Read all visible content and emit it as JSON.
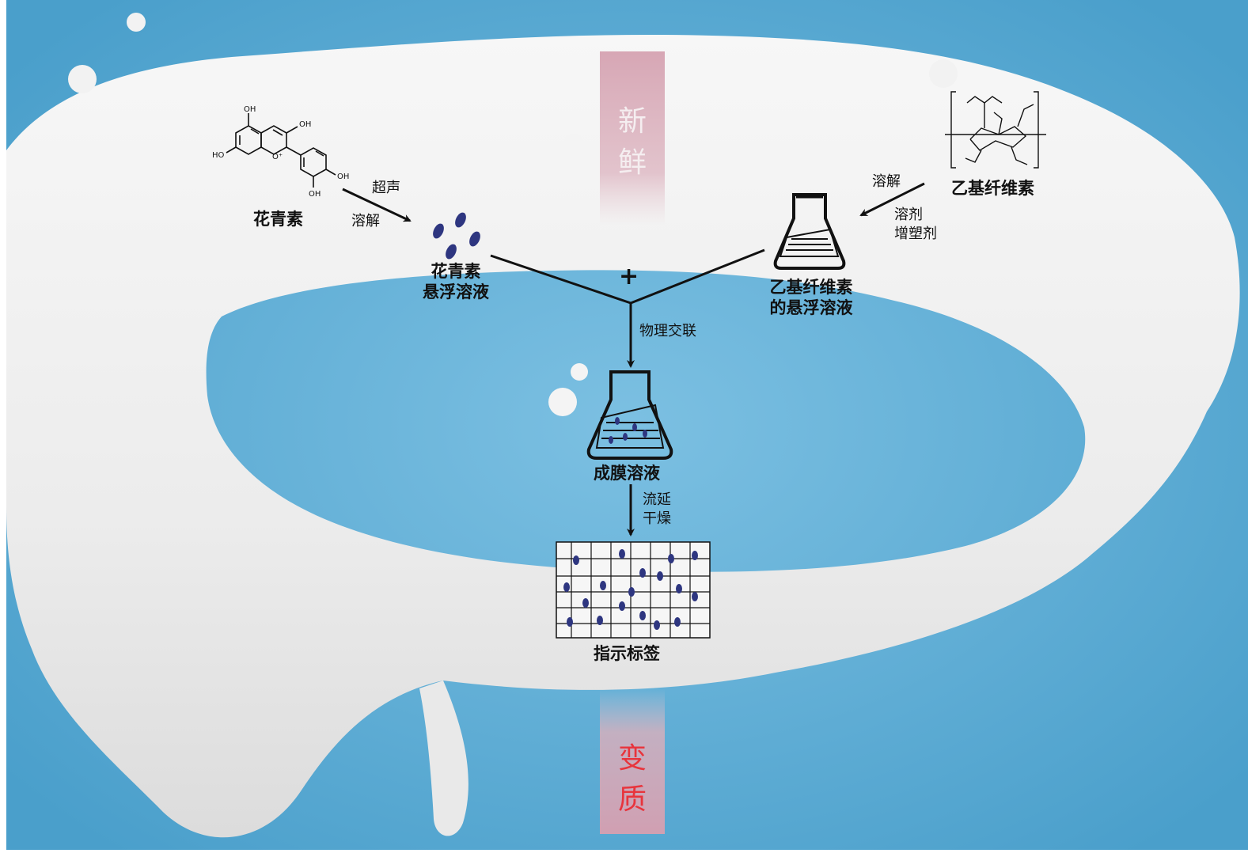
{
  "colors": {
    "background_blue": "#4a9fcb",
    "center_blue": "#a9d9f2",
    "milk": "#efefef",
    "band_pink": "#d9a8b6",
    "fresh_text": "#f5eef0",
    "spoiled_text": "#e8343c",
    "particle": "#2e3680"
  },
  "band_top": {
    "chars": [
      "新",
      "鲜"
    ]
  },
  "band_bottom": {
    "chars": [
      "变",
      "质"
    ]
  },
  "anthocyanin": {
    "name": "花青素",
    "step": [
      "超声",
      "溶解"
    ],
    "product": [
      "花青素",
      "悬浮溶液"
    ],
    "atoms": {
      "oh": "OH",
      "ho": "HO",
      "o_plus": "O⁺"
    }
  },
  "ethyl_cellulose": {
    "name": "乙基纤维素",
    "step": "溶解",
    "additives": [
      "溶剂",
      "增塑剂"
    ],
    "product": [
      "乙基纤维素",
      "的悬浮溶液"
    ]
  },
  "combine": {
    "plus": "+",
    "step": "物理交联"
  },
  "film_solution": {
    "name": "成膜溶液",
    "step": [
      "流延",
      "干燥"
    ]
  },
  "indicator_label": {
    "name": "指示标签"
  }
}
